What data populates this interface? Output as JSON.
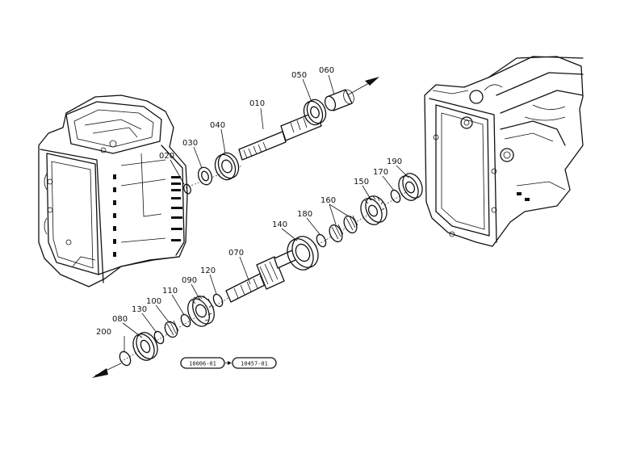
{
  "diagram": {
    "parts": [
      {
        "id": "010",
        "label": "010"
      },
      {
        "id": "020",
        "label": "020"
      },
      {
        "id": "030",
        "label": "030"
      },
      {
        "id": "040",
        "label": "040"
      },
      {
        "id": "050",
        "label": "050"
      },
      {
        "id": "060",
        "label": "060"
      },
      {
        "id": "070",
        "label": "070"
      },
      {
        "id": "080",
        "label": "080"
      },
      {
        "id": "090",
        "label": "090"
      },
      {
        "id": "100",
        "label": "100"
      },
      {
        "id": "110",
        "label": "110"
      },
      {
        "id": "120",
        "label": "120"
      },
      {
        "id": "130",
        "label": "130"
      },
      {
        "id": "140",
        "label": "140"
      },
      {
        "id": "150",
        "label": "150"
      },
      {
        "id": "160",
        "label": "160"
      },
      {
        "id": "170",
        "label": "170"
      },
      {
        "id": "180",
        "label": "180"
      },
      {
        "id": "190",
        "label": "190"
      },
      {
        "id": "200",
        "label": "200"
      }
    ],
    "serial_range": {
      "from": "10006-01",
      "to": "10457-01"
    }
  }
}
